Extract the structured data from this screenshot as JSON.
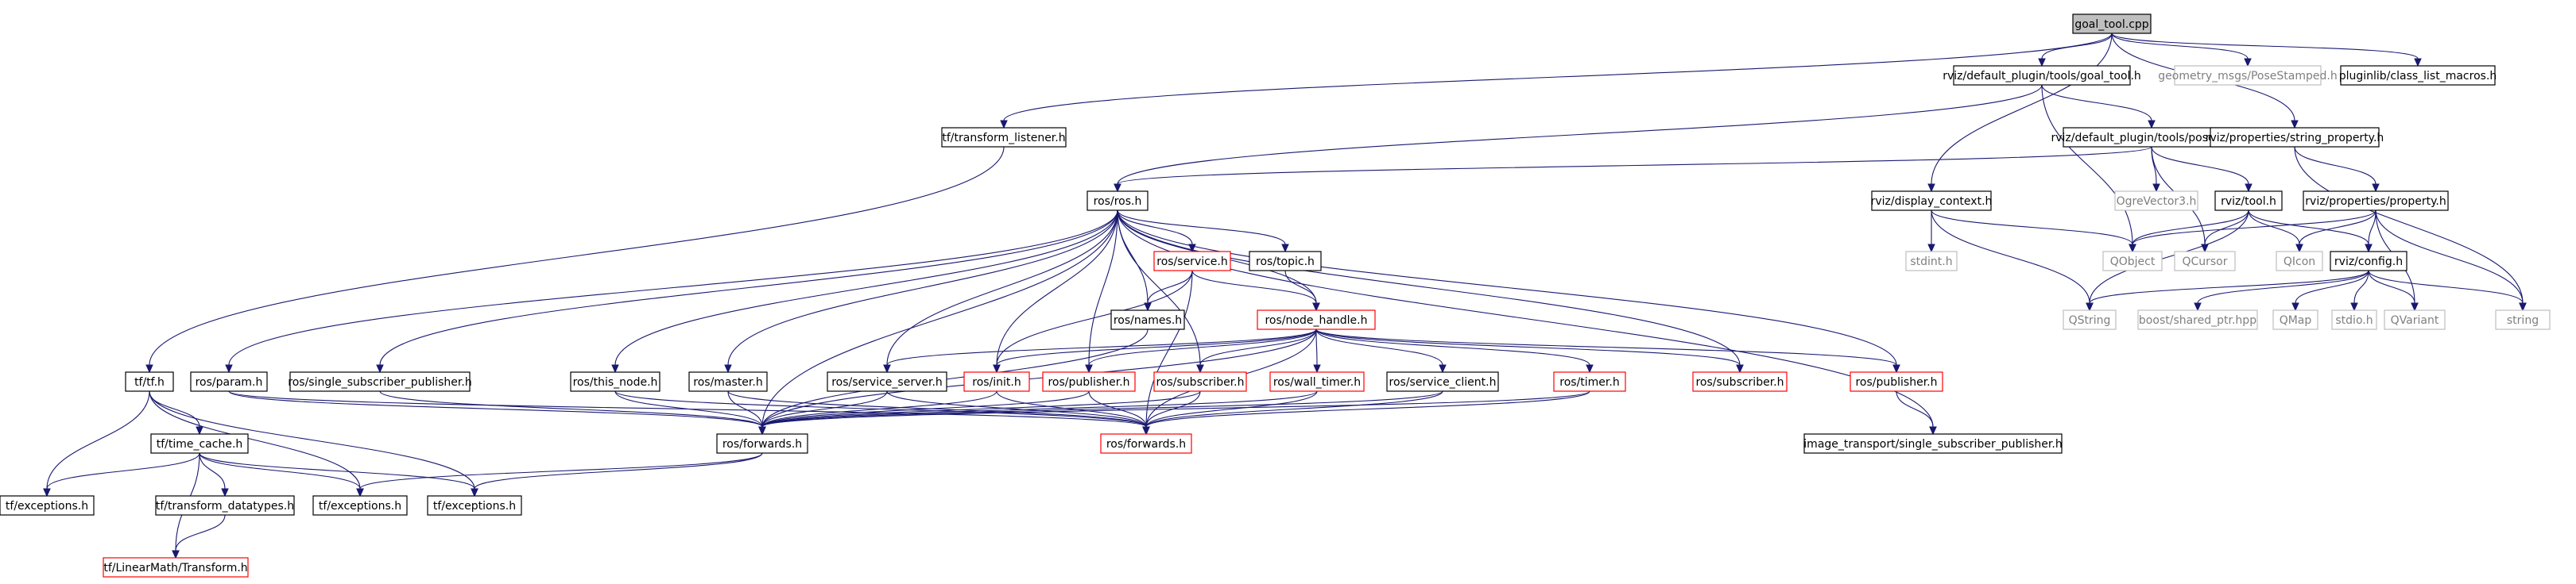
{
  "colors": {
    "root_fill": "#bfbfbf",
    "default_border": "#000000",
    "missing_border": "#bfbfbf",
    "missing_text": "#7f7f7f",
    "truncated_border": "#ff0000",
    "edge": "#191970",
    "text": "#000000"
  },
  "nodes": [
    {
      "id": "goal_tool_cpp",
      "label": "goal_tool.cpp",
      "style": "root"
    },
    {
      "id": "transform_listener",
      "label": "tf/transform_listener.h",
      "style": "normal"
    },
    {
      "id": "goal_tool_h",
      "label": "rviz/default_plugin/tools/goal_tool.h",
      "style": "normal"
    },
    {
      "id": "pose_stamped",
      "label": "geometry_msgs/PoseStamped.h",
      "style": "missing"
    },
    {
      "id": "class_list_macros",
      "label": "pluginlib/class_list_macros.h",
      "style": "normal"
    },
    {
      "id": "pose_tool_h",
      "label": "rviz/default_plugin/tools/pose_tool.h",
      "style": "normal"
    },
    {
      "id": "string_property",
      "label": "rviz/properties/string_property.h",
      "style": "normal"
    },
    {
      "id": "ros_h",
      "label": "ros/ros.h",
      "style": "normal"
    },
    {
      "id": "display_context",
      "label": "rviz/display_context.h",
      "style": "normal"
    },
    {
      "id": "ogre_vector3",
      "label": "OgreVector3.h",
      "style": "missing"
    },
    {
      "id": "rviz_tool",
      "label": "rviz/tool.h",
      "style": "normal"
    },
    {
      "id": "property_h",
      "label": "rviz/properties/property.h",
      "style": "normal"
    },
    {
      "id": "ros_service",
      "label": "ros/service.h",
      "style": "truncated"
    },
    {
      "id": "ros_topic",
      "label": "ros/topic.h",
      "style": "normal"
    },
    {
      "id": "stdint",
      "label": "stdint.h",
      "style": "missing"
    },
    {
      "id": "qobject",
      "label": "QObject",
      "style": "missing"
    },
    {
      "id": "qcursor",
      "label": "QCursor",
      "style": "missing"
    },
    {
      "id": "qicon",
      "label": "QIcon",
      "style": "missing"
    },
    {
      "id": "rviz_config",
      "label": "rviz/config.h",
      "style": "normal"
    },
    {
      "id": "ros_names",
      "label": "ros/names.h",
      "style": "normal"
    },
    {
      "id": "node_handle",
      "label": "ros/node_handle.h",
      "style": "truncated"
    },
    {
      "id": "qstring",
      "label": "QString",
      "style": "missing"
    },
    {
      "id": "boost_shared_ptr",
      "label": "boost/shared_ptr.hpp",
      "style": "missing"
    },
    {
      "id": "qmap",
      "label": "QMap",
      "style": "missing"
    },
    {
      "id": "stdio",
      "label": "stdio.h",
      "style": "missing"
    },
    {
      "id": "qvariant",
      "label": "QVariant",
      "style": "missing"
    },
    {
      "id": "string_std",
      "label": "string",
      "style": "missing"
    },
    {
      "id": "tf_tf",
      "label": "tf/tf.h",
      "style": "normal"
    },
    {
      "id": "ros_param",
      "label": "ros/param.h",
      "style": "normal"
    },
    {
      "id": "single_sub_pub",
      "label": "ros/single_subscriber_publisher.h",
      "style": "normal"
    },
    {
      "id": "this_node",
      "label": "ros/this_node.h",
      "style": "normal"
    },
    {
      "id": "ros_master",
      "label": "ros/master.h",
      "style": "normal"
    },
    {
      "id": "service_server",
      "label": "ros/service_server.h",
      "style": "normal"
    },
    {
      "id": "ros_init",
      "label": "ros/init.h",
      "style": "truncated"
    },
    {
      "id": "publisher_a",
      "label": "ros/publisher.h",
      "style": "truncated"
    },
    {
      "id": "subscriber_a",
      "label": "ros/subscriber.h",
      "style": "truncated"
    },
    {
      "id": "wall_timer",
      "label": "ros/wall_timer.h",
      "style": "truncated"
    },
    {
      "id": "service_client",
      "label": "ros/service_client.h",
      "style": "normal"
    },
    {
      "id": "ros_timer",
      "label": "ros/timer.h",
      "style": "truncated"
    },
    {
      "id": "subscriber_b",
      "label": "ros/subscriber.h",
      "style": "truncated"
    },
    {
      "id": "publisher_b",
      "label": "ros/publisher.h",
      "style": "truncated"
    },
    {
      "id": "time_cache",
      "label": "tf/time_cache.h",
      "style": "normal"
    },
    {
      "id": "ros_forwards_a",
      "label": "ros/forwards.h",
      "style": "normal"
    },
    {
      "id": "ros_forwards_b",
      "label": "ros/forwards.h",
      "style": "truncated"
    },
    {
      "id": "image_transport",
      "label": "image_transport/single_subscriber_publisher.h",
      "style": "normal"
    },
    {
      "id": "tf_exceptions_a",
      "label": "tf/exceptions.h",
      "style": "normal"
    },
    {
      "id": "transform_datatypes",
      "label": "tf/transform_datatypes.h",
      "style": "normal"
    },
    {
      "id": "tf_exceptions_b",
      "label": "tf/exceptions.h",
      "style": "normal"
    },
    {
      "id": "tf_exceptions_c",
      "label": "tf/exceptions.h",
      "style": "normal"
    },
    {
      "id": "linearmath_transform",
      "label": "tf/LinearMath/Transform.h",
      "style": "truncated"
    }
  ],
  "edges": [
    [
      "goal_tool_cpp",
      "transform_listener"
    ],
    [
      "goal_tool_cpp",
      "goal_tool_h"
    ],
    [
      "goal_tool_cpp",
      "pose_stamped"
    ],
    [
      "goal_tool_cpp",
      "class_list_macros"
    ],
    [
      "goal_tool_cpp",
      "string_property"
    ],
    [
      "goal_tool_cpp",
      "display_context"
    ],
    [
      "transform_listener",
      "tf_tf"
    ],
    [
      "goal_tool_h",
      "ros_h"
    ],
    [
      "goal_tool_h",
      "pose_tool_h"
    ],
    [
      "goal_tool_h",
      "qobject"
    ],
    [
      "pose_tool_h",
      "ros_h"
    ],
    [
      "pose_tool_h",
      "ogre_vector3"
    ],
    [
      "pose_tool_h",
      "rviz_tool"
    ],
    [
      "pose_tool_h",
      "qcursor"
    ],
    [
      "string_property",
      "property_h"
    ],
    [
      "string_property",
      "string_std"
    ],
    [
      "display_context",
      "stdint"
    ],
    [
      "display_context",
      "qobject"
    ],
    [
      "display_context",
      "qstring"
    ],
    [
      "rviz_tool",
      "qobject"
    ],
    [
      "rviz_tool",
      "qcursor"
    ],
    [
      "rviz_tool",
      "qicon"
    ],
    [
      "rviz_tool",
      "rviz_config"
    ],
    [
      "rviz_tool",
      "qstring"
    ],
    [
      "property_h",
      "qobject"
    ],
    [
      "property_h",
      "qicon"
    ],
    [
      "property_h",
      "rviz_config"
    ],
    [
      "property_h",
      "qvariant"
    ],
    [
      "property_h",
      "string_std"
    ],
    [
      "rviz_config",
      "qstring"
    ],
    [
      "rviz_config",
      "boost_shared_ptr"
    ],
    [
      "rviz_config",
      "qmap"
    ],
    [
      "rviz_config",
      "stdio"
    ],
    [
      "rviz_config",
      "qvariant"
    ],
    [
      "rviz_config",
      "string_std"
    ],
    [
      "ros_h",
      "ros_service"
    ],
    [
      "ros_h",
      "ros_topic"
    ],
    [
      "ros_h",
      "ros_names"
    ],
    [
      "ros_h",
      "node_handle"
    ],
    [
      "ros_h",
      "ros_param"
    ],
    [
      "ros_h",
      "single_sub_pub"
    ],
    [
      "ros_h",
      "this_node"
    ],
    [
      "ros_h",
      "ros_master"
    ],
    [
      "ros_h",
      "service_server"
    ],
    [
      "ros_h",
      "ros_init"
    ],
    [
      "ros_h",
      "publisher_a"
    ],
    [
      "ros_h",
      "subscriber_a"
    ],
    [
      "ros_h",
      "subscriber_b"
    ],
    [
      "ros_h",
      "publisher_b"
    ],
    [
      "ros_h",
      "image_transport"
    ],
    [
      "ros_h",
      "ros_forwards_a"
    ],
    [
      "ros_service",
      "ros_names"
    ],
    [
      "ros_service",
      "node_handle"
    ],
    [
      "ros_service",
      "ros_init"
    ],
    [
      "ros_service",
      "ros_forwards_b"
    ],
    [
      "ros_topic",
      "node_handle"
    ],
    [
      "ros_names",
      "ros_forwards_a"
    ],
    [
      "node_handle",
      "ros_forwards_a"
    ],
    [
      "node_handle",
      "service_server"
    ],
    [
      "node_handle",
      "ros_init"
    ],
    [
      "node_handle",
      "publisher_a"
    ],
    [
      "node_handle",
      "subscriber_a"
    ],
    [
      "node_handle",
      "wall_timer"
    ],
    [
      "node_handle",
      "service_client"
    ],
    [
      "node_handle",
      "ros_timer"
    ],
    [
      "node_handle",
      "subscriber_b"
    ],
    [
      "node_handle",
      "publisher_b"
    ],
    [
      "node_handle",
      "ros_forwards_b"
    ],
    [
      "tf_tf",
      "tf_exceptions_a"
    ],
    [
      "tf_tf",
      "time_cache"
    ],
    [
      "tf_tf",
      "tf_exceptions_b"
    ],
    [
      "tf_tf",
      "tf_exceptions_c"
    ],
    [
      "ros_param",
      "ros_forwards_a"
    ],
    [
      "ros_param",
      "ros_forwards_b"
    ],
    [
      "single_sub_pub",
      "ros_forwards_a"
    ],
    [
      "this_node",
      "ros_forwards_a"
    ],
    [
      "this_node",
      "ros_forwards_b"
    ],
    [
      "ros_master",
      "ros_forwards_a"
    ],
    [
      "ros_master",
      "ros_forwards_b"
    ],
    [
      "service_server",
      "ros_forwards_a"
    ],
    [
      "service_server",
      "ros_forwards_b"
    ],
    [
      "ros_init",
      "ros_forwards_a"
    ],
    [
      "ros_init",
      "ros_forwards_b"
    ],
    [
      "publisher_a",
      "ros_forwards_a"
    ],
    [
      "publisher_a",
      "ros_forwards_b"
    ],
    [
      "subscriber_a",
      "ros_forwards_a"
    ],
    [
      "subscriber_a",
      "ros_forwards_b"
    ],
    [
      "wall_timer",
      "ros_forwards_a"
    ],
    [
      "wall_timer",
      "ros_forwards_b"
    ],
    [
      "service_client",
      "ros_forwards_a"
    ],
    [
      "service_client",
      "ros_forwards_b"
    ],
    [
      "ros_timer",
      "ros_forwards_a"
    ],
    [
      "ros_timer",
      "ros_forwards_b"
    ],
    [
      "publisher_b",
      "image_transport"
    ],
    [
      "ros_forwards_a",
      "tf_exceptions_b"
    ],
    [
      "ros_forwards_a",
      "tf_exceptions_c"
    ],
    [
      "time_cache",
      "tf_exceptions_a"
    ],
    [
      "time_cache",
      "transform_datatypes"
    ],
    [
      "time_cache",
      "tf_exceptions_b"
    ],
    [
      "time_cache",
      "tf_exceptions_c"
    ],
    [
      "time_cache",
      "linearmath_transform"
    ],
    [
      "transform_datatypes",
      "linearmath_transform"
    ]
  ]
}
